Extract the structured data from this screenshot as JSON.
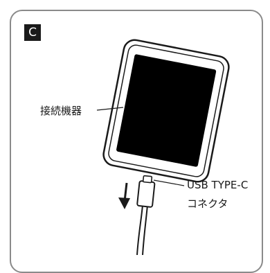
{
  "diagram": {
    "step_badge": "C",
    "device_label": "接続機器",
    "connector_label_line1": "USB TYPE-C",
    "connector_label_line2": "コネクタ",
    "colors": {
      "ink": "#1a1a1a",
      "frame": "#8a8a8a",
      "screen": "#000000",
      "badge_bg": "#1a1a1a",
      "badge_text": "#ffffff"
    }
  }
}
